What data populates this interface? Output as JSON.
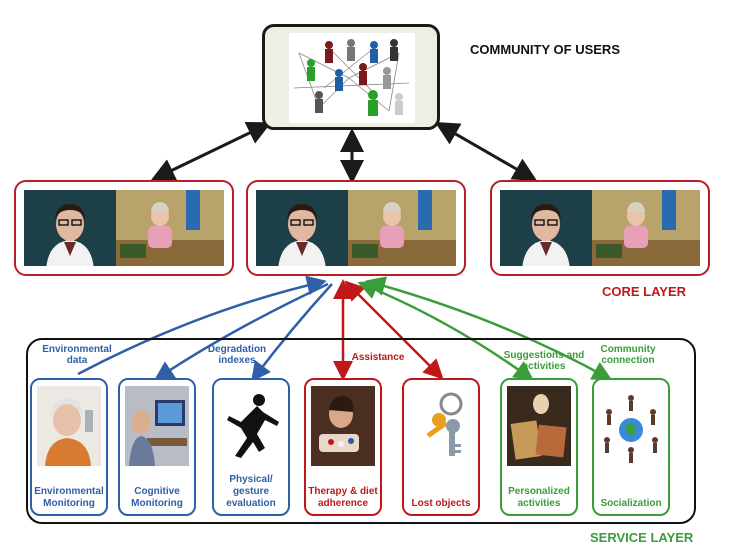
{
  "community": {
    "label": "COMMUNITY OF USERS"
  },
  "core": {
    "label": "CORE LAYER"
  },
  "service": {
    "label": "SERVICE LAYER",
    "modules": [
      {
        "label": "Environmental Monitoring",
        "color": "#2f5fa8"
      },
      {
        "label": "Cognitive Monitoring",
        "color": "#2f5fa8"
      },
      {
        "label": "Physical/ gesture evaluation",
        "color": "#2f5fa8"
      },
      {
        "label": "Therapy & diet adherence",
        "color": "#c01818"
      },
      {
        "label": "Lost objects",
        "color": "#c01818"
      },
      {
        "label": "Personalized activities",
        "color": "#3a9d3a"
      },
      {
        "label": "Socialization",
        "color": "#3a9d3a"
      }
    ]
  },
  "flows": {
    "environmental_data": "Environmental data",
    "degradation_indexes": "Degradation indexes",
    "assistance": "Assistance",
    "suggestions": "Suggestions and activities",
    "community_connection": "Community connection"
  },
  "colors": {
    "blue": "#2f5fa8",
    "red": "#c01818",
    "green": "#3a9d3a",
    "core_border": "#b42025"
  },
  "icons": [
    "people-network-icon",
    "avatar-doctor-icon",
    "living-room-photo-icon",
    "elderly-woman-icon",
    "monitor-icon",
    "falling-figure-icon",
    "medication-icon",
    "keys-icon",
    "hobby-icon",
    "circle-of-people-icon"
  ]
}
